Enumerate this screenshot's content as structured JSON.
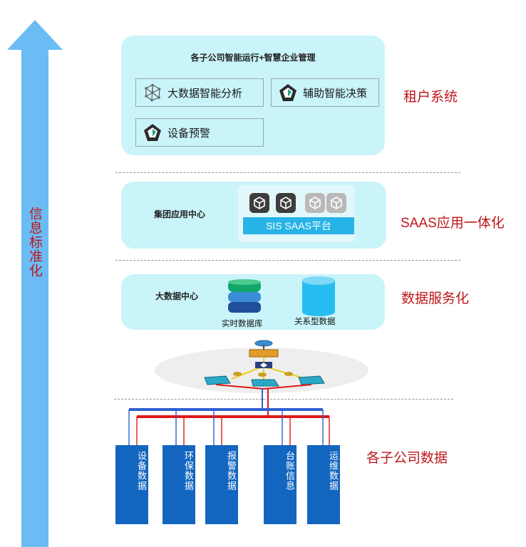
{
  "side_label": "信息标准化",
  "layers": {
    "tenant": {
      "label": "租户系统",
      "title": "各子公司智能运行+智慧企业管理",
      "features": [
        "大数据智能分析",
        "辅助智能决策",
        "设备预警"
      ]
    },
    "saas": {
      "label": "SAAS应用一体化",
      "center": "集团应用中心",
      "platform": "SIS SAAS平台"
    },
    "data": {
      "label": "数据服务化",
      "center": "大数据中心",
      "realtime_db": "实时数据库",
      "relational": "关系型数据"
    },
    "sources": {
      "label": "各子公司数据",
      "items": [
        "设备数据",
        "环保数据",
        "报警数据",
        "台账信息",
        "运维数据"
      ]
    }
  },
  "colors": {
    "panel": "#c9f4fa",
    "arrow": "#6bbcf5",
    "label_red": "#c0161b",
    "source_blue": "#1366c0",
    "bus_blue": "#2f5fd0",
    "bus_red": "#e01818",
    "platform_bar": "#27b3e6"
  }
}
